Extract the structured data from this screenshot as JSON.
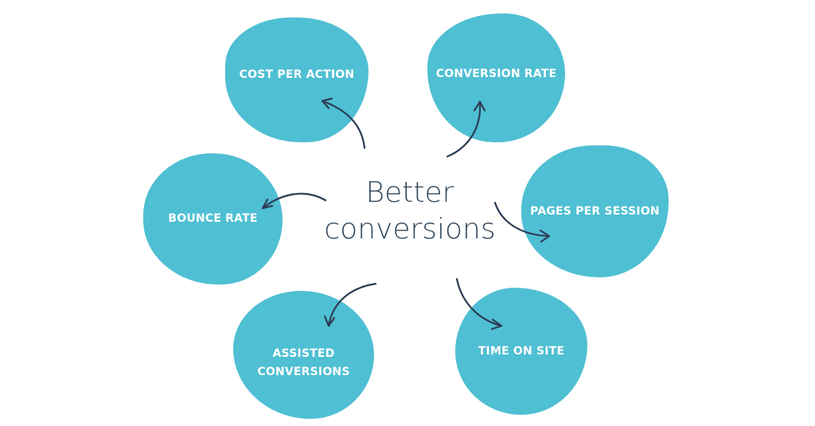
{
  "center_label_line1": "Better",
  "center_label_line2": "conversions",
  "metrics": [
    {
      "label": "COST PER ACTION"
    },
    {
      "label": "CONVERSION RATE"
    },
    {
      "label": "PAGES PER SESSION"
    },
    {
      "label": "TIME ON SITE"
    },
    {
      "label": "ASSISTED CONVERSIONS"
    },
    {
      "label": "BOUNCE RATE"
    }
  ],
  "colors": {
    "blob": "#4fbfd3",
    "text": "#34495e",
    "arrow": "#2c3e55"
  }
}
